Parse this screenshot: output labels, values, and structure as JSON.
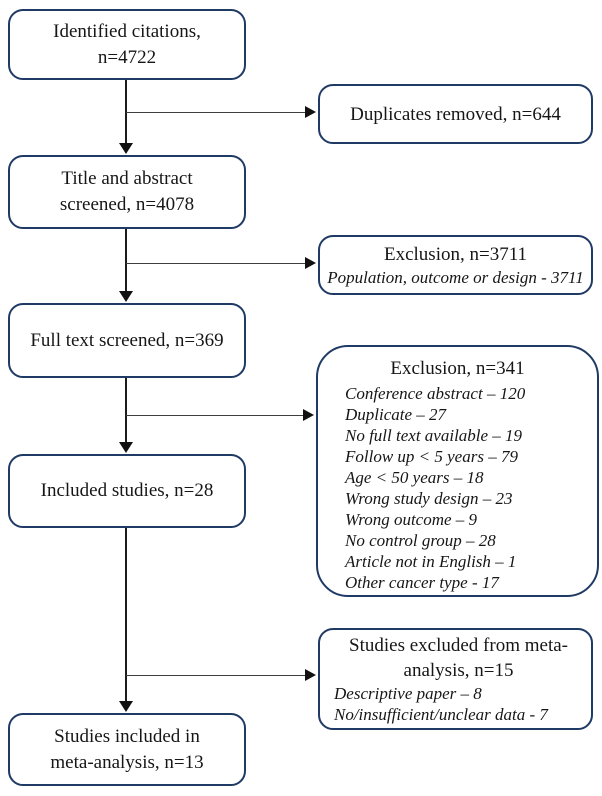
{
  "figure": {
    "type": "prisma-flow-diagram",
    "colors": {
      "box_border": "#203a66",
      "text": "#161616",
      "vertical_line": "#1c1c1c",
      "branch_line": "#3e3e3e",
      "arrowhead": "#111111",
      "background": "#ffffff"
    },
    "flow": {
      "identified": {
        "label": "Identified citations,\nn=4722"
      },
      "title_abstract": {
        "label": "Title and abstract\nscreened, n=4078"
      },
      "full_text": {
        "label": "Full text screened, n=369"
      },
      "included": {
        "label": "Included studies, n=28"
      },
      "meta_included": {
        "label": "Studies included in\nmeta-analysis, n=13"
      }
    },
    "side": {
      "duplicates": {
        "title": "Duplicates removed, n=644"
      },
      "exclusion_screening": {
        "title": "Exclusion, n=3711",
        "items": [
          "Population, outcome or design - 3711"
        ]
      },
      "exclusion_fulltext": {
        "title": "Exclusion, n=341",
        "items": [
          "Conference abstract – 120",
          "Duplicate – 27",
          "No full text available – 19",
          "Follow up < 5 years – 79",
          "Age < 50 years – 18",
          "Wrong study design – 23",
          "Wrong outcome – 9",
          "No control group – 28",
          "Article not in English – 1",
          "Other cancer type - 17"
        ]
      },
      "exclusion_meta": {
        "title": "Studies excluded from meta-\nanalysis, n=15",
        "items": [
          "Descriptive paper – 8",
          "No/insufficient/unclear data - 7"
        ]
      }
    }
  }
}
